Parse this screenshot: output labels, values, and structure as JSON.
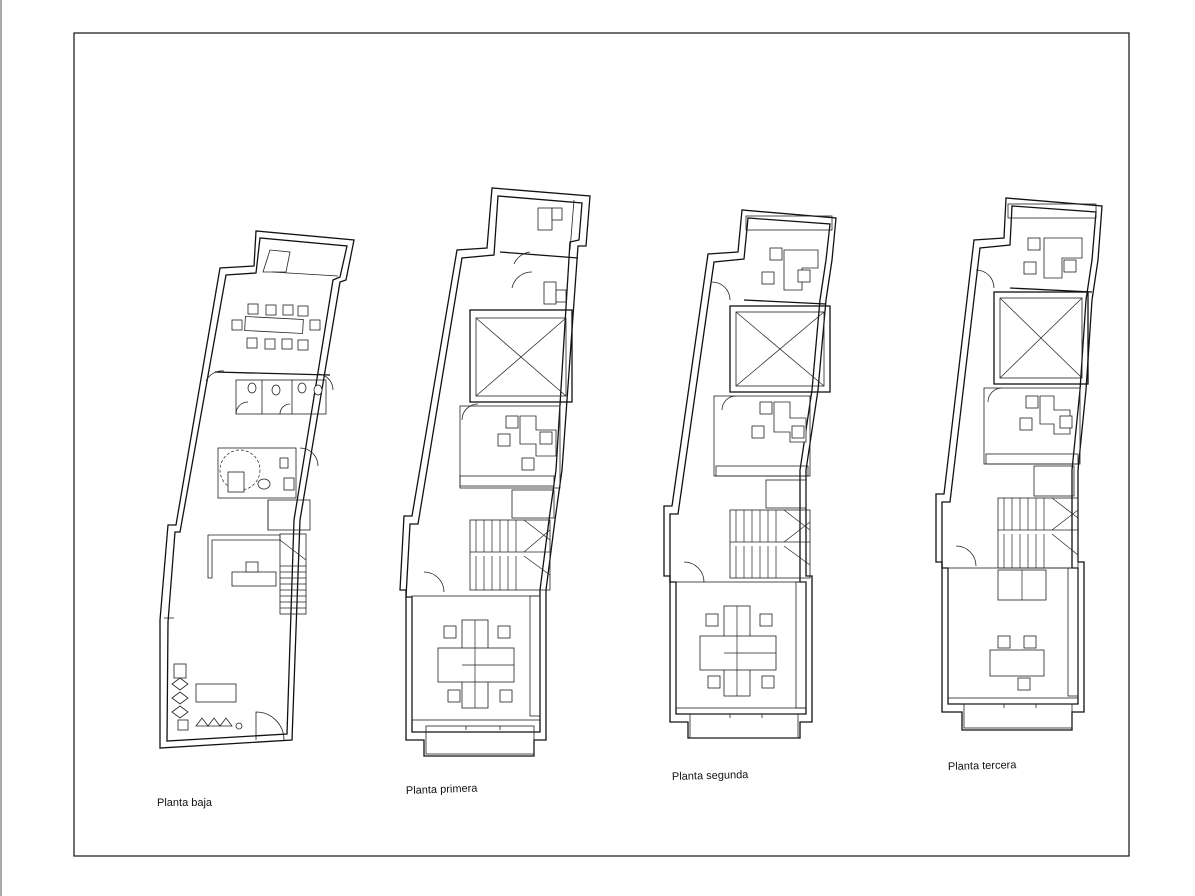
{
  "plans": [
    {
      "id": "baja",
      "label": "Planta baja"
    },
    {
      "id": "primera",
      "label": "Planta primera"
    },
    {
      "id": "segunda",
      "label": "Planta segunda"
    },
    {
      "id": "tercera",
      "label": "Planta tercera"
    }
  ]
}
